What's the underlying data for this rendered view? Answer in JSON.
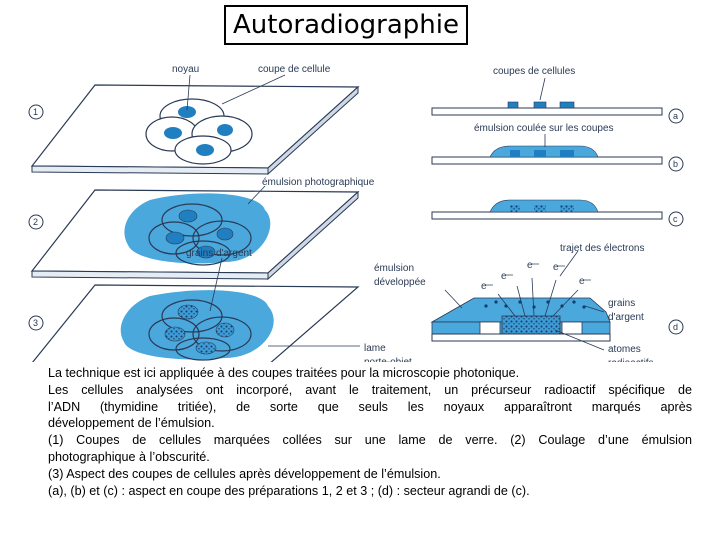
{
  "title": "Autoradiographie",
  "labels": {
    "noyau": "noyau",
    "coupe_de_cellule": "coupe de cellule",
    "coupes_de_cellules": "coupes de cellules",
    "emulsion_coulee": "émulsion coulée sur les coupes",
    "emulsion_photo": "émulsion photographique",
    "trajet_electrons": "trajet des électrons",
    "grains_argent_left": "grains d'argent",
    "emulsion_developpee_1": "émulsion",
    "emulsion_developpee_2": "développée",
    "grains_argent_right_1": "grains",
    "grains_argent_right_2": "d'argent",
    "lame": "lame",
    "porte_objet": "porte-objet",
    "atomes": "atomes",
    "radioactifs": "radioactifs",
    "electron": "e"
  },
  "step_numbers": [
    "1",
    "2",
    "3"
  ],
  "step_letters": [
    "a",
    "b",
    "c",
    "d"
  ],
  "colors": {
    "emulsion": "#4aa8dd",
    "nucleus": "#1f7fc0",
    "slide": "#ffffff",
    "outline": "#2a3a55"
  },
  "caption": {
    "line1": "La technique est ici appliquée à des coupes traitées pour la microscopie photonique.",
    "line2": "Les cellules analysées ont incorporé, avant le traitement, un précurseur radioactif spécifique de",
    "line3": "l’ADN (thymidine tritiée), de sorte que seuls les noyaux apparaîtront marqués après",
    "line4": "développement de l’émulsion.",
    "line5": "(1) Coupes de cellules marquées collées sur une lame de verre. (2) Coulage d’une émulsion",
    "line6": "photographique à l’obscurité.",
    "line7": "(3) Aspect des coupes de cellules après développement de l’émulsion.",
    "line8": "(a), (b) et (c) : aspect en coupe des préparations 1, 2 et 3 ; (d) : secteur agrandi de (c)."
  }
}
